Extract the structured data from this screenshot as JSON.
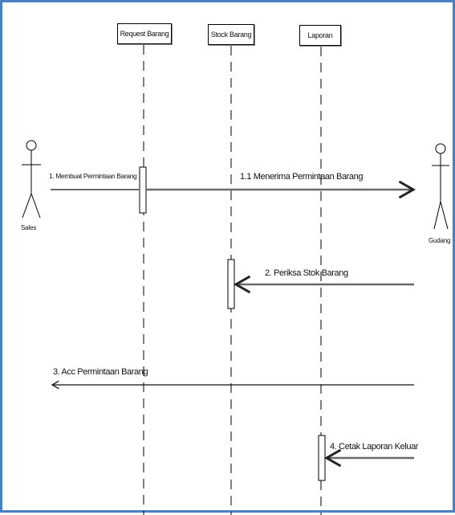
{
  "lifelines": {
    "request": "Request Barang",
    "stock": "Stock Barang",
    "laporan": "Laporan"
  },
  "actors": {
    "sales": "Sales",
    "gudang": "Gudang"
  },
  "messages": {
    "m1": "1. Membuat Permintaan Barang",
    "m11": "1.1 Menerima Permintaan Barang",
    "m2": "2. Periksa Stok Barang",
    "m3": "3. Acc Permintaan Barang",
    "m4": "4. Cetak Laporan Keluar"
  }
}
